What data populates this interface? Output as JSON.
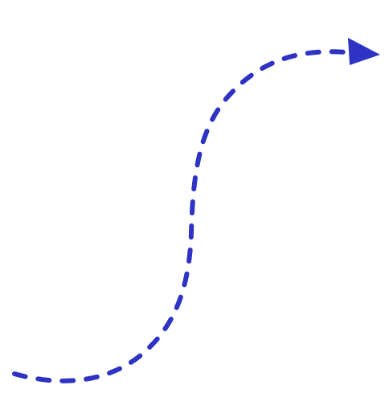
{
  "arrow": {
    "color": "#2f33c4",
    "style": "dashed",
    "direction": "right",
    "shape": "s-curve",
    "head_icon": "arrowhead-icon"
  }
}
